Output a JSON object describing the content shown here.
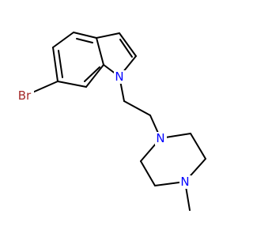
{
  "atoms": {
    "br": {
      "symbol": "Br",
      "color": "#a52a2a"
    },
    "n1": {
      "symbol": "N",
      "color": "#0000ff"
    },
    "n2": {
      "symbol": "N",
      "color": "#0000ff"
    },
    "n3": {
      "symbol": "N",
      "color": "#0000ff"
    }
  }
}
